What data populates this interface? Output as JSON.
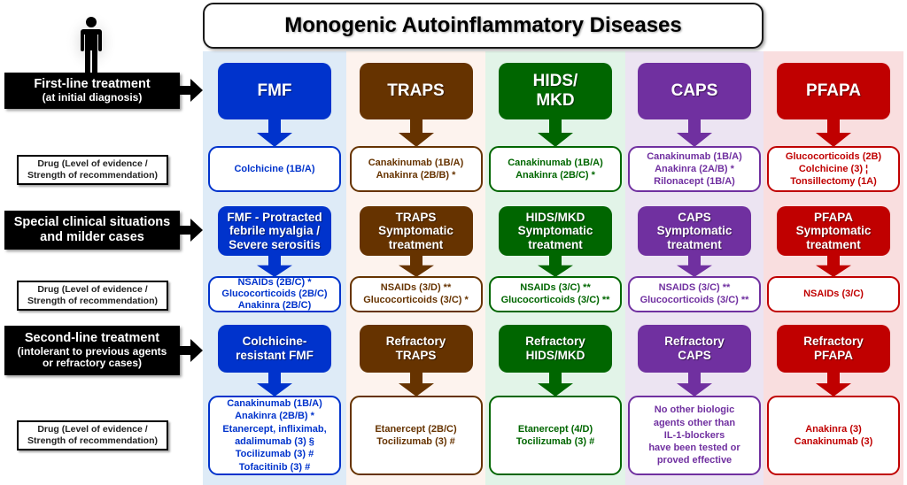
{
  "title": "Monogenic Autoinflammatory Diseases",
  "icons": {
    "person": "person-icon",
    "row_arrow": "right-arrow-icon",
    "column_arrow": "down-arrow-icon"
  },
  "rows": [
    {
      "main": "First-line treatment",
      "sub": "(at initial diagnosis)"
    },
    {
      "main": "Special clinical situations",
      "sub": "and milder cases"
    },
    {
      "main": "Second-line treatment",
      "sub": "(intolerant to previous agents or refractory cases)",
      "sub_lines": [
        "(intolerant to previous agents",
        "or refractory cases)"
      ]
    }
  ],
  "drug_label": {
    "line1": "Drug (Level of evidence /",
    "line2": "Strength of recommendation)"
  },
  "diseases": [
    {
      "name": "FMF",
      "color": "#0033CC",
      "bg": "#DEEBF7",
      "header_lines": [
        "FMF"
      ],
      "first_line": [
        "Colchicine (1B/A)"
      ],
      "special_header": [
        "FMF - Protracted",
        "febrile myalgia /",
        "Severe serositis"
      ],
      "special_drugs": [
        "NSAIDs (2B/C) *",
        "Glucocorticoids (2B/C)",
        "Anakinra (2B/C)"
      ],
      "second_header": [
        "Colchicine-",
        "resistant FMF"
      ],
      "second_drugs": [
        "Canakinumab (1B/A)",
        "Anakinra (2B/B) *",
        "Etanercept, infliximab,",
        "adalimumab (3) §",
        "Tocilizumab (3) #",
        "Tofacitinib (3) #"
      ]
    },
    {
      "name": "TRAPS",
      "color": "#663300",
      "bg": "#FDF3EE",
      "header_lines": [
        "TRAPS"
      ],
      "first_line": [
        "Canakinumab (1B/A)",
        "Anakinra (2B/B) *"
      ],
      "special_header": [
        "TRAPS",
        "Symptomatic",
        "treatment"
      ],
      "special_drugs": [
        "NSAIDs (3/D) **",
        "Glucocorticoids (3/C) *"
      ],
      "second_header": [
        "Refractory",
        "TRAPS"
      ],
      "second_drugs": [
        "Etanercept (2B/C)",
        "Tocilizumab (3) #"
      ]
    },
    {
      "name": "HIDS/MKD",
      "color": "#006600",
      "bg": "#E2F4E8",
      "header_lines": [
        "HIDS/",
        "MKD"
      ],
      "first_line": [
        "Canakinumab (1B/A)",
        "Anakinra (2B/C) *"
      ],
      "special_header": [
        "HIDS/MKD",
        "Symptomatic",
        "treatment"
      ],
      "special_drugs": [
        "NSAIDs (3/C) **",
        "Glucocorticoids (3/C) **"
      ],
      "second_header": [
        "Refractory",
        "HIDS/MKD"
      ],
      "second_drugs": [
        "Etanercept (4/D)",
        "Tocilizumab (3) #"
      ]
    },
    {
      "name": "CAPS",
      "color": "#7030A0",
      "bg": "#ECE4F2",
      "header_lines": [
        "CAPS"
      ],
      "first_line": [
        "Canakinumab (1B/A)",
        "Anakinra (2A/B) *",
        "Rilonacept (1B/A)"
      ],
      "special_header": [
        "CAPS",
        "Symptomatic",
        "treatment"
      ],
      "special_drugs": [
        "NSAIDS (3/C) **",
        "Glucocorticoids (3/C) **"
      ],
      "second_header": [
        "Refractory",
        "CAPS"
      ],
      "second_drugs": [
        "No other biologic",
        "agents other than",
        "IL-1-blockers",
        "have been  tested or",
        "proved effective"
      ]
    },
    {
      "name": "PFAPA",
      "color": "#C00000",
      "bg": "#F9DEDF",
      "header_lines": [
        "PFAPA"
      ],
      "first_line": [
        "Glucocorticoids (2B)",
        "Colchicine (3) ¦",
        "Tonsillectomy (1A)"
      ],
      "special_header": [
        "PFAPA",
        "Symptomatic",
        "treatment"
      ],
      "special_drugs": [
        "NSAIDs (3/C)"
      ],
      "second_header": [
        "Refractory",
        "PFAPA"
      ],
      "second_drugs": [
        "Anakinra (3)",
        "Canakinumab (3)"
      ]
    }
  ]
}
